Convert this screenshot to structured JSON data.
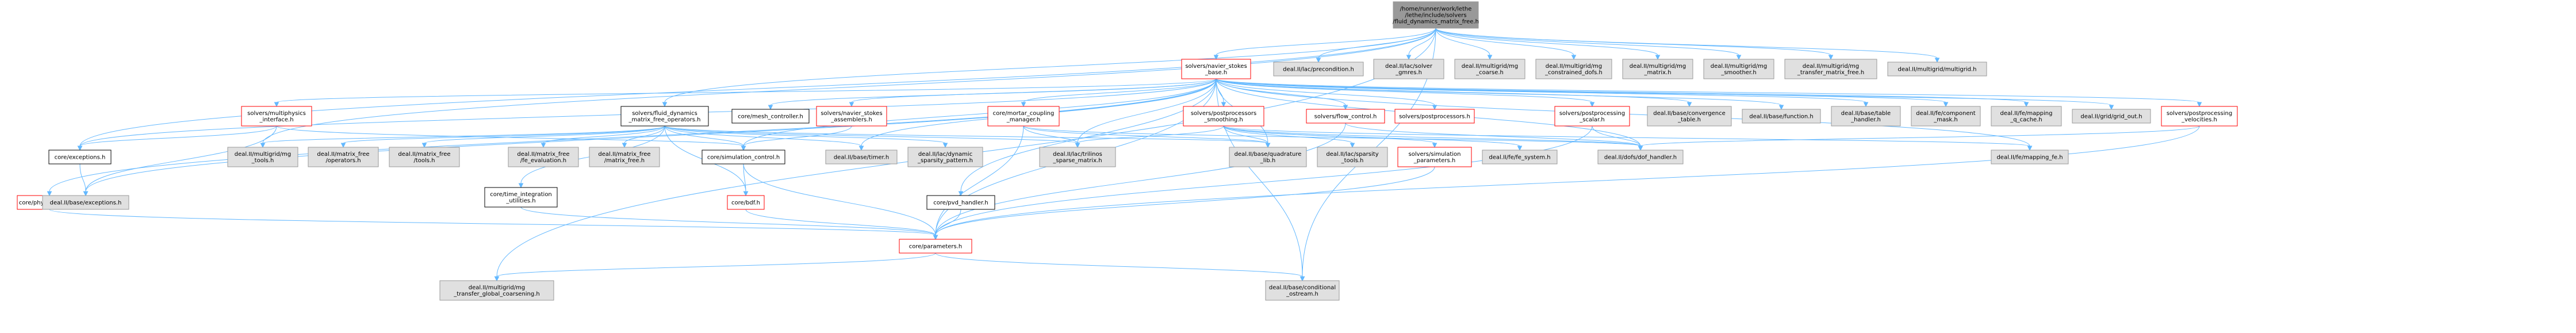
{
  "colors": {
    "root_fill": "#999999",
    "plain_fill": "#ffffff",
    "external_fill": "#e0e0e0",
    "border_red": "#ff0000",
    "border_gray": "#999999",
    "border_black": "#000000",
    "edge": "#63b8ff"
  },
  "nodes": {
    "root": {
      "lines": [
        "/home/runner/work/lethe",
        "/lethe/include/solvers",
        "/fluid_dynamics_matrix_free.h"
      ],
      "kind": "root"
    },
    "ns_base": {
      "lines": [
        "solvers/navier_stokes",
        "_base.h"
      ],
      "kind": "red"
    },
    "precondition": {
      "lines": [
        "deal.II/lac/precondition.h"
      ],
      "kind": "ext"
    },
    "solver_gmres": {
      "lines": [
        "deal.II/lac/solver",
        "_gmres.h"
      ],
      "kind": "ext"
    },
    "mg_coarse": {
      "lines": [
        "deal.II/multigrid/mg",
        "_coarse.h"
      ],
      "kind": "ext"
    },
    "mg_constrained": {
      "lines": [
        "deal.II/multigrid/mg",
        "_constrained_dofs.h"
      ],
      "kind": "ext"
    },
    "mg_matrix": {
      "lines": [
        "deal.II/multigrid/mg",
        "_matrix.h"
      ],
      "kind": "ext"
    },
    "mg_smoother": {
      "lines": [
        "deal.II/multigrid/mg",
        "_smoother.h"
      ],
      "kind": "ext"
    },
    "mg_transfer_mf": {
      "lines": [
        "deal.II/multigrid/mg",
        "_transfer_matrix_free.h"
      ],
      "kind": "ext"
    },
    "multigrid": {
      "lines": [
        "deal.II/multigrid/multigrid.h"
      ],
      "kind": "ext"
    },
    "multiphysics": {
      "lines": [
        "solvers/multiphysics",
        "_interface.h"
      ],
      "kind": "red"
    },
    "fd_mf_ops": {
      "lines": [
        "solvers/fluid_dynamics",
        "_matrix_free_operators.h"
      ],
      "kind": "plain"
    },
    "mesh_controller": {
      "lines": [
        "core/mesh_controller.h"
      ],
      "kind": "plain"
    },
    "ns_assemblers": {
      "lines": [
        "solvers/navier_stokes",
        "_assemblers.h"
      ],
      "kind": "red"
    },
    "mortar": {
      "lines": [
        "core/mortar_coupling",
        "_manager.h"
      ],
      "kind": "red"
    },
    "pp_smoothing": {
      "lines": [
        "solvers/postprocessors",
        "_smoothing.h"
      ],
      "kind": "red"
    },
    "flow_control": {
      "lines": [
        "solvers/flow_control.h"
      ],
      "kind": "red"
    },
    "postprocessors": {
      "lines": [
        "solvers/postprocessors.h"
      ],
      "kind": "red"
    },
    "pp_scalar": {
      "lines": [
        "solvers/postprocessing",
        "_scalar.h"
      ],
      "kind": "red"
    },
    "convergence": {
      "lines": [
        "deal.II/base/convergence",
        "_table.h"
      ],
      "kind": "ext"
    },
    "function": {
      "lines": [
        "deal.II/base/function.h"
      ],
      "kind": "ext"
    },
    "table_handler": {
      "lines": [
        "deal.II/base/table",
        "_handler.h"
      ],
      "kind": "ext"
    },
    "component_mask": {
      "lines": [
        "deal.II/fe/component",
        "_mask.h"
      ],
      "kind": "ext"
    },
    "mapping_q_cache": {
      "lines": [
        "deal.II/fe/mapping",
        "_q_cache.h"
      ],
      "kind": "ext"
    },
    "grid_out": {
      "lines": [
        "deal.II/grid/grid_out.h"
      ],
      "kind": "ext"
    },
    "pp_velocities": {
      "lines": [
        "solvers/postprocessing",
        "_velocities.h"
      ],
      "kind": "red"
    },
    "exceptions_core": {
      "lines": [
        "core/exceptions.h"
      ],
      "kind": "plain"
    },
    "mg_tools": {
      "lines": [
        "deal.II/multigrid/mg",
        "_tools.h"
      ],
      "kind": "ext"
    },
    "mf_operators": {
      "lines": [
        "deal.II/matrix_free",
        "/operators.h"
      ],
      "kind": "ext"
    },
    "mf_tools": {
      "lines": [
        "deal.II/matrix_free",
        "/tools.h"
      ],
      "kind": "ext"
    },
    "sim_control": {
      "lines": [
        "core/simulation_control.h"
      ],
      "kind": "plain"
    },
    "fe_evaluation": {
      "lines": [
        "deal.II/matrix_free",
        "/fe_evaluation.h"
      ],
      "kind": "ext"
    },
    "matrix_free": {
      "lines": [
        "deal.II/matrix_free",
        "/matrix_free.h"
      ],
      "kind": "ext"
    },
    "timer": {
      "lines": [
        "deal.II/base/timer.h"
      ],
      "kind": "ext"
    },
    "dyn_sparsity": {
      "lines": [
        "deal.II/lac/dynamic",
        "_sparsity_pattern.h"
      ],
      "kind": "ext"
    },
    "trilinos_sparse": {
      "lines": [
        "deal.II/lac/trilinos",
        "_sparse_matrix.h"
      ],
      "kind": "ext"
    },
    "quadrature_lib": {
      "lines": [
        "deal.II/base/quadrature",
        "_lib.h"
      ],
      "kind": "ext"
    },
    "sparsity_tools": {
      "lines": [
        "deal.II/lac/sparsity",
        "_tools.h"
      ],
      "kind": "ext"
    },
    "sim_parameters": {
      "lines": [
        "solvers/simulation",
        "_parameters.h"
      ],
      "kind": "red"
    },
    "fe_system": {
      "lines": [
        "deal.II/fe/fe_system.h"
      ],
      "kind": "ext"
    },
    "dof_handler": {
      "lines": [
        "deal.II/dofs/dof_handler.h"
      ],
      "kind": "ext"
    },
    "mapping_fe": {
      "lines": [
        "deal.II/fe/mapping_fe.h"
      ],
      "kind": "ext"
    },
    "physics_solver": {
      "lines": [
        "core/physics_solver.h"
      ],
      "kind": "red"
    },
    "base_exceptions": {
      "lines": [
        "deal.II/base/exceptions.h"
      ],
      "kind": "ext"
    },
    "time_integration": {
      "lines": [
        "core/time_integration",
        "_utilities.h"
      ],
      "kind": "plain"
    },
    "bdf": {
      "lines": [
        "core/bdf.h"
      ],
      "kind": "red"
    },
    "pvd_handler": {
      "lines": [
        "core/pvd_handler.h"
      ],
      "kind": "plain"
    },
    "parameters": {
      "lines": [
        "core/parameters.h"
      ],
      "kind": "red"
    },
    "transfer_coarsening": {
      "lines": [
        "deal.II/multigrid/mg",
        "_transfer_global_coarsening.h"
      ],
      "kind": "ext"
    },
    "conditional_ostream": {
      "lines": [
        "deal.II/base/conditional",
        "_ostream.h"
      ],
      "kind": "ext"
    }
  },
  "edges": [
    [
      "root",
      "ns_base"
    ],
    [
      "root",
      "precondition"
    ],
    [
      "root",
      "solver_gmres"
    ],
    [
      "root",
      "mg_coarse"
    ],
    [
      "root",
      "mg_constrained"
    ],
    [
      "root",
      "mg_matrix"
    ],
    [
      "root",
      "mg_smoother"
    ],
    [
      "root",
      "mg_transfer_mf"
    ],
    [
      "root",
      "multigrid"
    ],
    [
      "root",
      "fd_mf_ops"
    ],
    [
      "root",
      "exceptions_core"
    ],
    [
      "root",
      "transfer_coarsening"
    ],
    [
      "root",
      "conditional_ostream"
    ],
    [
      "root",
      "mg_tools"
    ],
    [
      "ns_base",
      "multiphysics"
    ],
    [
      "ns_base",
      "mesh_controller"
    ],
    [
      "ns_base",
      "ns_assemblers"
    ],
    [
      "ns_base",
      "mortar"
    ],
    [
      "ns_base",
      "pp_smoothing"
    ],
    [
      "ns_base",
      "flow_control"
    ],
    [
      "ns_base",
      "postprocessors"
    ],
    [
      "ns_base",
      "pp_scalar"
    ],
    [
      "ns_base",
      "convergence"
    ],
    [
      "ns_base",
      "function"
    ],
    [
      "ns_base",
      "table_handler"
    ],
    [
      "ns_base",
      "component_mask"
    ],
    [
      "ns_base",
      "mapping_q_cache"
    ],
    [
      "ns_base",
      "grid_out"
    ],
    [
      "ns_base",
      "pp_velocities"
    ],
    [
      "ns_base",
      "physics_solver"
    ],
    [
      "ns_base",
      "pvd_handler"
    ],
    [
      "ns_base",
      "parameters"
    ],
    [
      "ns_base",
      "base_exceptions"
    ],
    [
      "ns_base",
      "exceptions_core"
    ],
    [
      "ns_base",
      "sim_control"
    ],
    [
      "ns_base",
      "dof_handler"
    ],
    [
      "ns_base",
      "mapping_fe"
    ],
    [
      "ns_base",
      "conditional_ostream"
    ],
    [
      "ns_base",
      "quadrature_lib"
    ],
    [
      "ns_base",
      "trilinos_sparse"
    ],
    [
      "ns_base",
      "timer"
    ],
    [
      "multiphysics",
      "exceptions_core"
    ],
    [
      "multiphysics",
      "sim_control"
    ],
    [
      "multiphysics",
      "base_exceptions"
    ],
    [
      "fd_mf_ops",
      "mg_tools"
    ],
    [
      "fd_mf_ops",
      "mf_operators"
    ],
    [
      "fd_mf_ops",
      "mf_tools"
    ],
    [
      "fd_mf_ops",
      "sim_control"
    ],
    [
      "fd_mf_ops",
      "fe_evaluation"
    ],
    [
      "fd_mf_ops",
      "matrix_free"
    ],
    [
      "fd_mf_ops",
      "timer"
    ],
    [
      "fd_mf_ops",
      "dyn_sparsity"
    ],
    [
      "fd_mf_ops",
      "trilinos_sparse"
    ],
    [
      "fd_mf_ops",
      "quadrature_lib"
    ],
    [
      "fd_mf_ops",
      "time_integration"
    ],
    [
      "fd_mf_ops",
      "bdf"
    ],
    [
      "ns_assemblers",
      "sim_control"
    ],
    [
      "mortar",
      "parameters"
    ],
    [
      "mortar",
      "trilinos_sparse"
    ],
    [
      "mortar",
      "quadrature_lib"
    ],
    [
      "mortar",
      "dof_handler"
    ],
    [
      "pp_smoothing",
      "sim_parameters"
    ],
    [
      "pp_smoothing",
      "fe_system"
    ],
    [
      "pp_smoothing",
      "sparsity_tools"
    ],
    [
      "pp_smoothing",
      "trilinos_sparse"
    ],
    [
      "pp_smoothing",
      "quadrature_lib"
    ],
    [
      "pp_smoothing",
      "dof_handler"
    ],
    [
      "pp_smoothing",
      "mapping_fe"
    ],
    [
      "flow_control",
      "parameters"
    ],
    [
      "flow_control",
      "dof_handler"
    ],
    [
      "pp_scalar",
      "parameters"
    ],
    [
      "pp_scalar",
      "dof_handler"
    ],
    [
      "pp_velocities",
      "parameters"
    ],
    [
      "pp_velocities",
      "dof_handler"
    ],
    [
      "exceptions_core",
      "base_exceptions"
    ],
    [
      "physics_solver",
      "parameters"
    ],
    [
      "sim_control",
      "parameters"
    ],
    [
      "sim_control",
      "bdf"
    ],
    [
      "bdf",
      "parameters"
    ],
    [
      "time_integration",
      "parameters"
    ],
    [
      "pvd_handler",
      "parameters"
    ],
    [
      "sim_parameters",
      "parameters"
    ],
    [
      "parameters",
      "transfer_coarsening"
    ],
    [
      "parameters",
      "conditional_ostream"
    ]
  ]
}
